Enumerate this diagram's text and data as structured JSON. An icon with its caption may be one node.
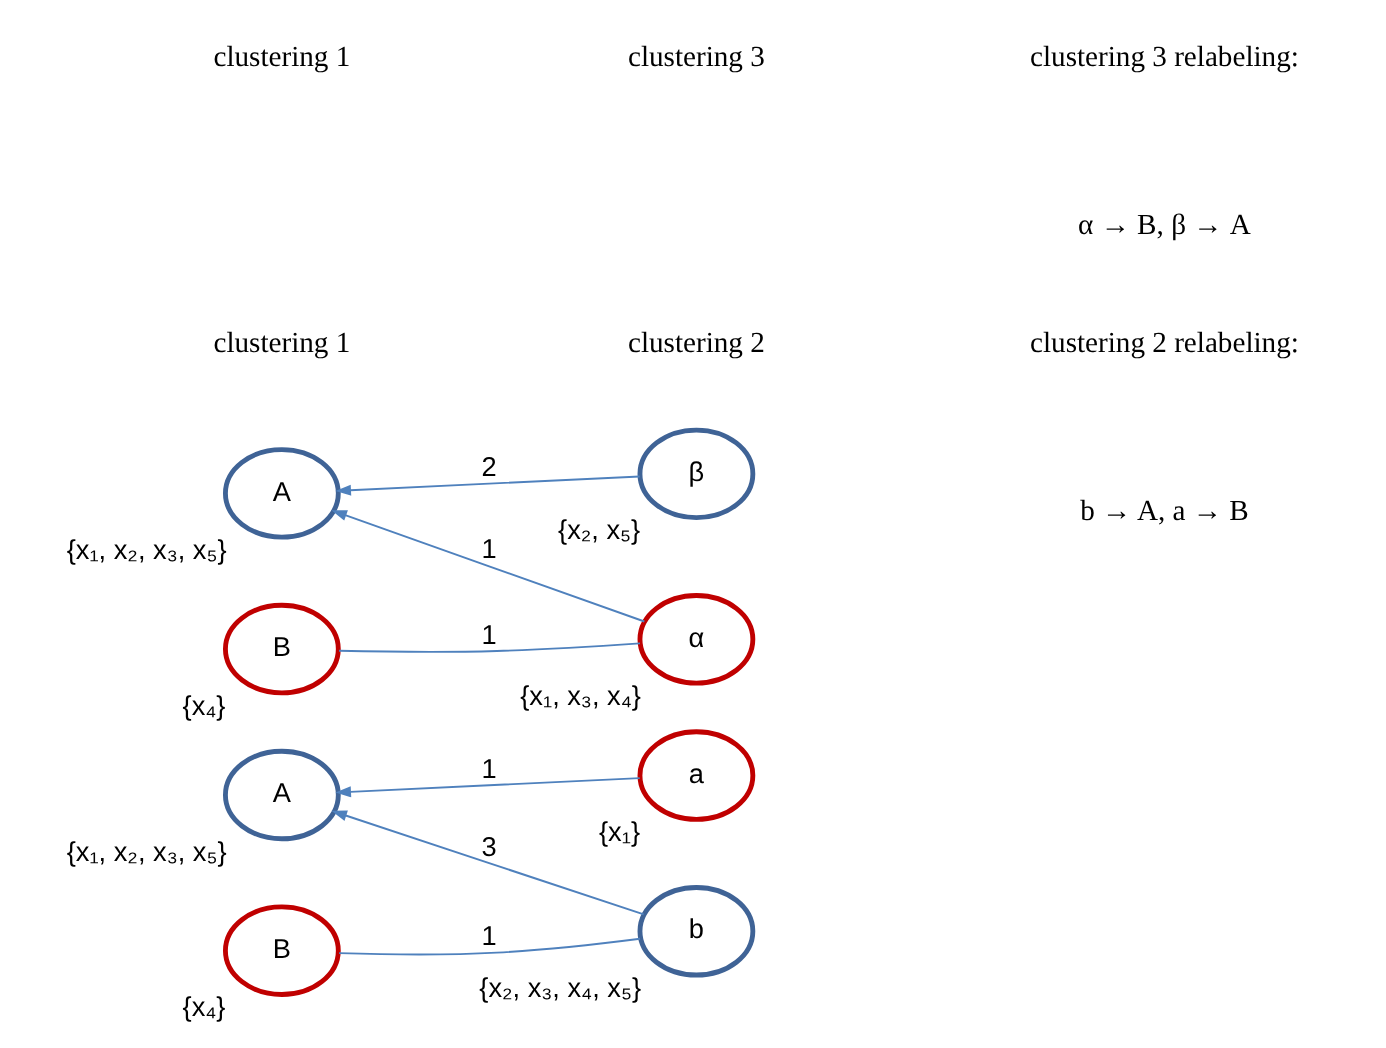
{
  "diagram": {
    "nodes": [
      {
        "text": [
          "A"
        ],
        "beside": [
          "{x₁, x₂, x₃, x₅}"
        ]
      },
      {
        "text": [
          "a"
        ],
        "beside": [
          "{x₁}"
        ]
      },
      {
        "text": [
          "B"
        ],
        "beside": [
          "{x₄}"
        ]
      },
      {
        "text": [
          "b"
        ],
        "beside": [
          "{x₂, x₃, x₄, x₅}"
        ]
      },
      {
        "text": [
          "A"
        ],
        "beside": [
          "{x₁, x₂, x₃, x₅}"
        ]
      },
      {
        "text": [
          "α"
        ],
        "beside": [
          "{x₁, x₃, x₄}"
        ]
      },
      {
        "text": [
          "B"
        ],
        "beside": [
          "{x₄}"
        ]
      },
      {
        "text": [
          "β"
        ],
        "beside": [
          "{x₂, x₅}"
        ]
      }
    ],
    "edges": [
      {
        "from": 1,
        "to": 0,
        "arrow": "to",
        "label": "1"
      },
      {
        "from": 3,
        "to": 0,
        "arrow": "to",
        "label": "3"
      },
      {
        "from": 2,
        "to": 3,
        "arrow": "none",
        "label": "1"
      },
      {
        "from": 5,
        "to": 4,
        "arrow": "to",
        "label": "1"
      },
      {
        "from": 7,
        "to": 4,
        "arrow": "to",
        "label": "2"
      },
      {
        "from": 6,
        "to": 5,
        "arrow": "none",
        "label": "1"
      }
    ],
    "labels": [
      "clustering 1",
      "clustering 2",
      "clustering 2 relabeling:",
      "b → A, a → B",
      "clustering 1",
      "clustering 3",
      "clustering 3 relabeling:",
      "α → B, β → A"
    ]
  }
}
